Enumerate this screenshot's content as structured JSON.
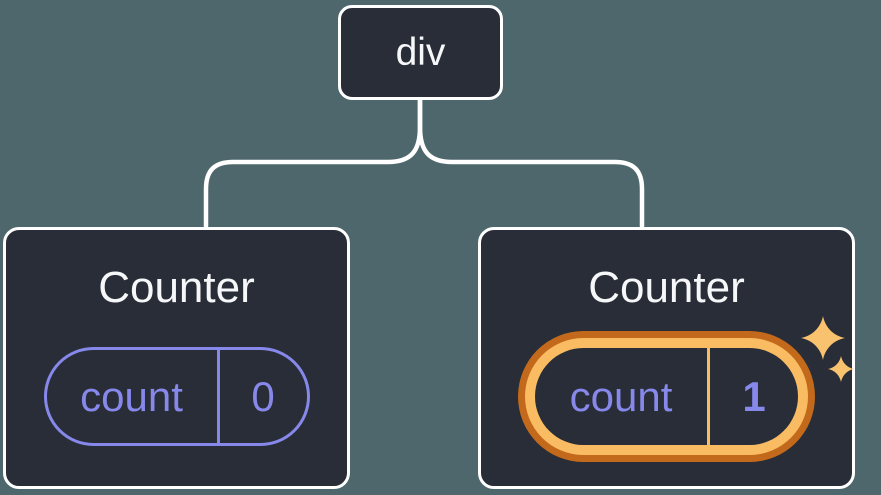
{
  "tree": {
    "root": {
      "label": "div"
    },
    "children": [
      {
        "title": "Counter",
        "state": {
          "name": "count",
          "value": "0"
        },
        "highlighted": false
      },
      {
        "title": "Counter",
        "state": {
          "name": "count",
          "value": "1"
        },
        "highlighted": true
      }
    ]
  },
  "colors": {
    "background": "#4E676C",
    "card_background": "#282D37",
    "node_border": "#FFFFFF",
    "connector_line": "#FFFFFF",
    "state_accent": "#8688EA",
    "highlight_ring_outer": "#C3691B",
    "highlight_ring_inner": "#F9BC62",
    "sparkle": "#F9C26E",
    "title_text": "#F6F7F9"
  }
}
